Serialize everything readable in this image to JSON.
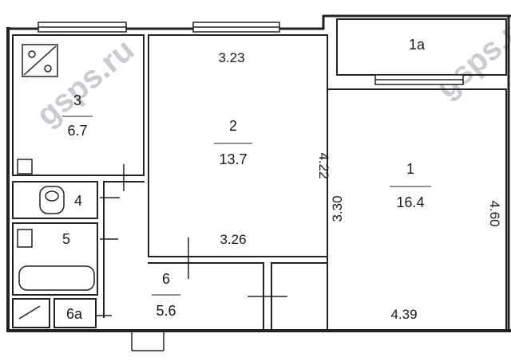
{
  "floor_plan": {
    "rooms": [
      {
        "number": "1",
        "area": "16.4"
      },
      {
        "number": "1a"
      },
      {
        "number": "2",
        "area": "13.7"
      },
      {
        "number": "3",
        "area": "6.7"
      },
      {
        "number": "4"
      },
      {
        "number": "5"
      },
      {
        "number": "6",
        "area": "5.6"
      },
      {
        "number": "6a"
      }
    ],
    "dimensions": [
      "3.23",
      "3.26",
      "4.22",
      "3.30",
      "4.60",
      "4.39"
    ],
    "watermark": "gsps.ru",
    "colors": {
      "wall": "#222222",
      "background": "#ffffff",
      "watermark": "#c8ccd0"
    }
  }
}
